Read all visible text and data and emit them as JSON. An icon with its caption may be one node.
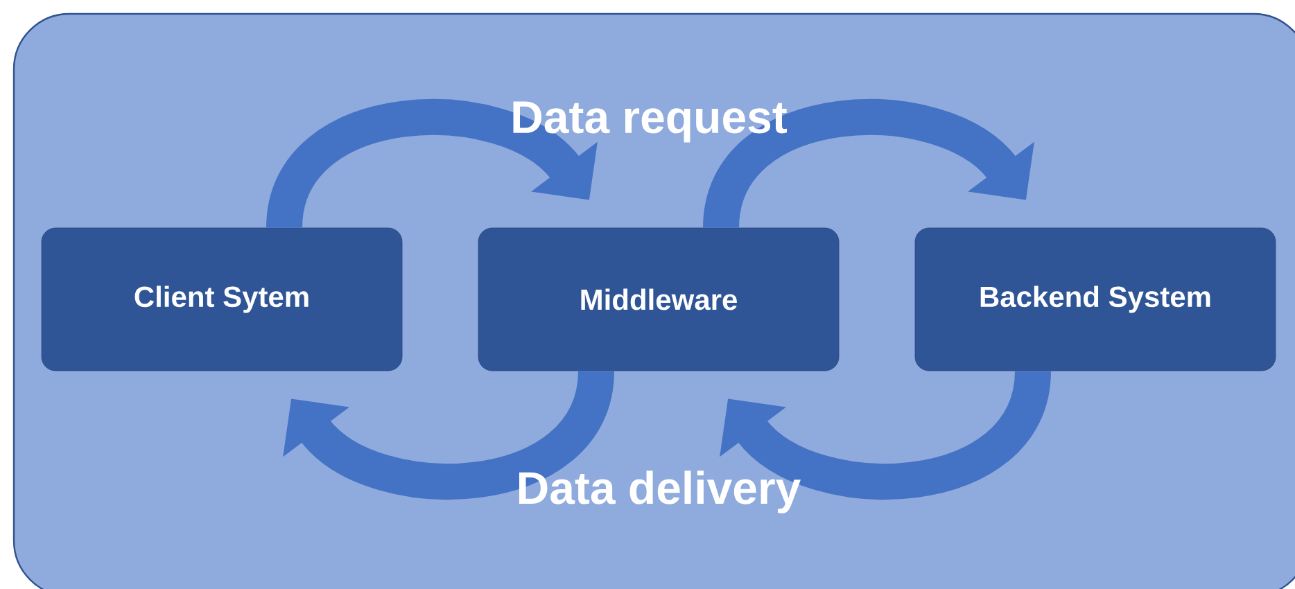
{
  "diagram": {
    "nodes": [
      {
        "text": [],
        "shape": "box"
      },
      {
        "text": [
          "Client Sytem"
        ],
        "in": 0
      },
      {
        "text": [
          "Middleware"
        ],
        "in": 0
      },
      {
        "text": [
          "Backend System"
        ],
        "in": 0
      }
    ],
    "edges": [
      {
        "from": 1,
        "to": 2,
        "arrow": "to"
      },
      {
        "from": 2,
        "to": 3,
        "arrow": "to"
      },
      {
        "from": 3,
        "to": 2,
        "arrow": "to"
      },
      {
        "from": 2,
        "to": 1,
        "arrow": "to"
      }
    ],
    "labels": [
      "Data request",
      "Data delivery"
    ]
  }
}
